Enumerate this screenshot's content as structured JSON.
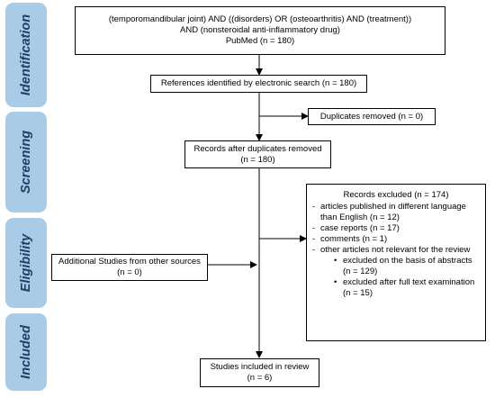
{
  "phases": {
    "identification": "Identification",
    "screening": "Screening",
    "eligibility": "Eligibility",
    "included": "Included"
  },
  "search_box": {
    "line1": "(temporomandibular joint) AND ((disorders) OR (osteoarthritis) AND (treatment))",
    "line2": "AND (nonsteroidal anti-inflammatory drug)",
    "line3": "PubMed (n = 180)"
  },
  "identified_box": {
    "line1": "References identified by electronic search (n = 180)"
  },
  "duplicates_box": {
    "line1": "Duplicates removed (n = 0)"
  },
  "after_dup_box": {
    "line1": "Records after duplicates removed",
    "line2": "(n = 180)"
  },
  "excluded_box": {
    "title": "Records excluded (n = 174)",
    "item1": "articles published in different language than English (n = 12)",
    "item2": "case reports (n = 17)",
    "item3": "comments (n = 1)",
    "item4": "other articles not relevant for the review",
    "sub1": "excluded on the basis of abstracts (n = 129)",
    "sub2": "excluded after full text examination (n = 15)"
  },
  "additional_box": {
    "line1": "Additional Studies from other sources",
    "line2": "(n = 0)"
  },
  "included_box": {
    "line1": "Studies included in review",
    "line2": "(n = 6)"
  },
  "colors": {
    "phase_fill": "#a9cbe6",
    "phase_text": "#1f3f66",
    "box_border": "#000000"
  }
}
